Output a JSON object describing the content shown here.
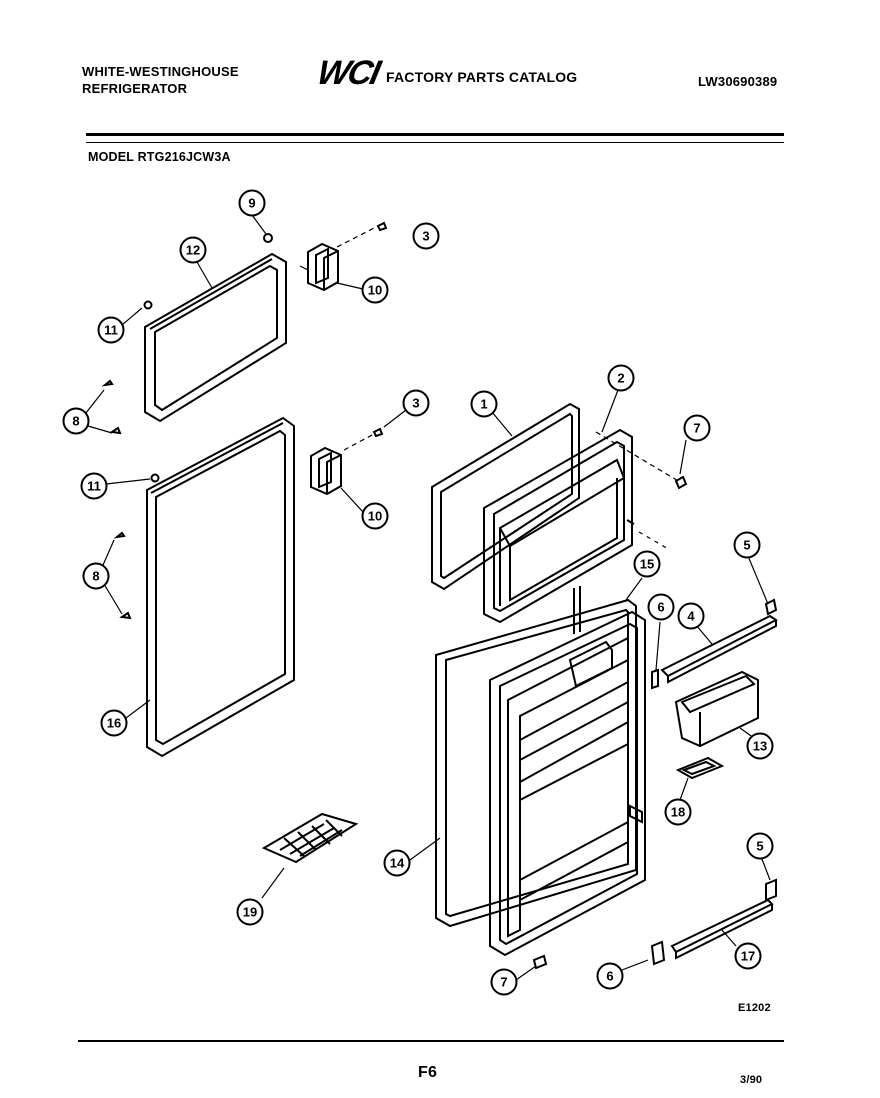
{
  "header": {
    "brand_line1": "WHITE-WESTINGHOUSE",
    "brand_line2": "REFRIGERATOR",
    "logo": "WCI",
    "catalog_title": "FACTORY PARTS CATALOG",
    "document_number": "LW30690389",
    "model": "MODEL RTG216JCW3A"
  },
  "footer": {
    "diagram_code": "E1202",
    "page_code": "F6",
    "date": "3/90"
  },
  "callouts": [
    {
      "id": "c9",
      "label": "9"
    },
    {
      "id": "c3a",
      "label": "3"
    },
    {
      "id": "c12",
      "label": "12"
    },
    {
      "id": "c10a",
      "label": "10"
    },
    {
      "id": "c11a",
      "label": "11"
    },
    {
      "id": "c8a",
      "label": "8"
    },
    {
      "id": "c3b",
      "label": "3"
    },
    {
      "id": "c1",
      "label": "1"
    },
    {
      "id": "c2",
      "label": "2"
    },
    {
      "id": "c7a",
      "label": "7"
    },
    {
      "id": "c11b",
      "label": "11"
    },
    {
      "id": "c10b",
      "label": "10"
    },
    {
      "id": "c5a",
      "label": "5"
    },
    {
      "id": "c8b",
      "label": "8"
    },
    {
      "id": "c15",
      "label": "15"
    },
    {
      "id": "c6a",
      "label": "6"
    },
    {
      "id": "c4",
      "label": "4"
    },
    {
      "id": "c16",
      "label": "16"
    },
    {
      "id": "c13",
      "label": "13"
    },
    {
      "id": "c18",
      "label": "18"
    },
    {
      "id": "c14",
      "label": "14"
    },
    {
      "id": "c5b",
      "label": "5"
    },
    {
      "id": "c19",
      "label": "19"
    },
    {
      "id": "c17",
      "label": "17"
    },
    {
      "id": "c6b",
      "label": "6"
    },
    {
      "id": "c7b",
      "label": "7"
    }
  ]
}
